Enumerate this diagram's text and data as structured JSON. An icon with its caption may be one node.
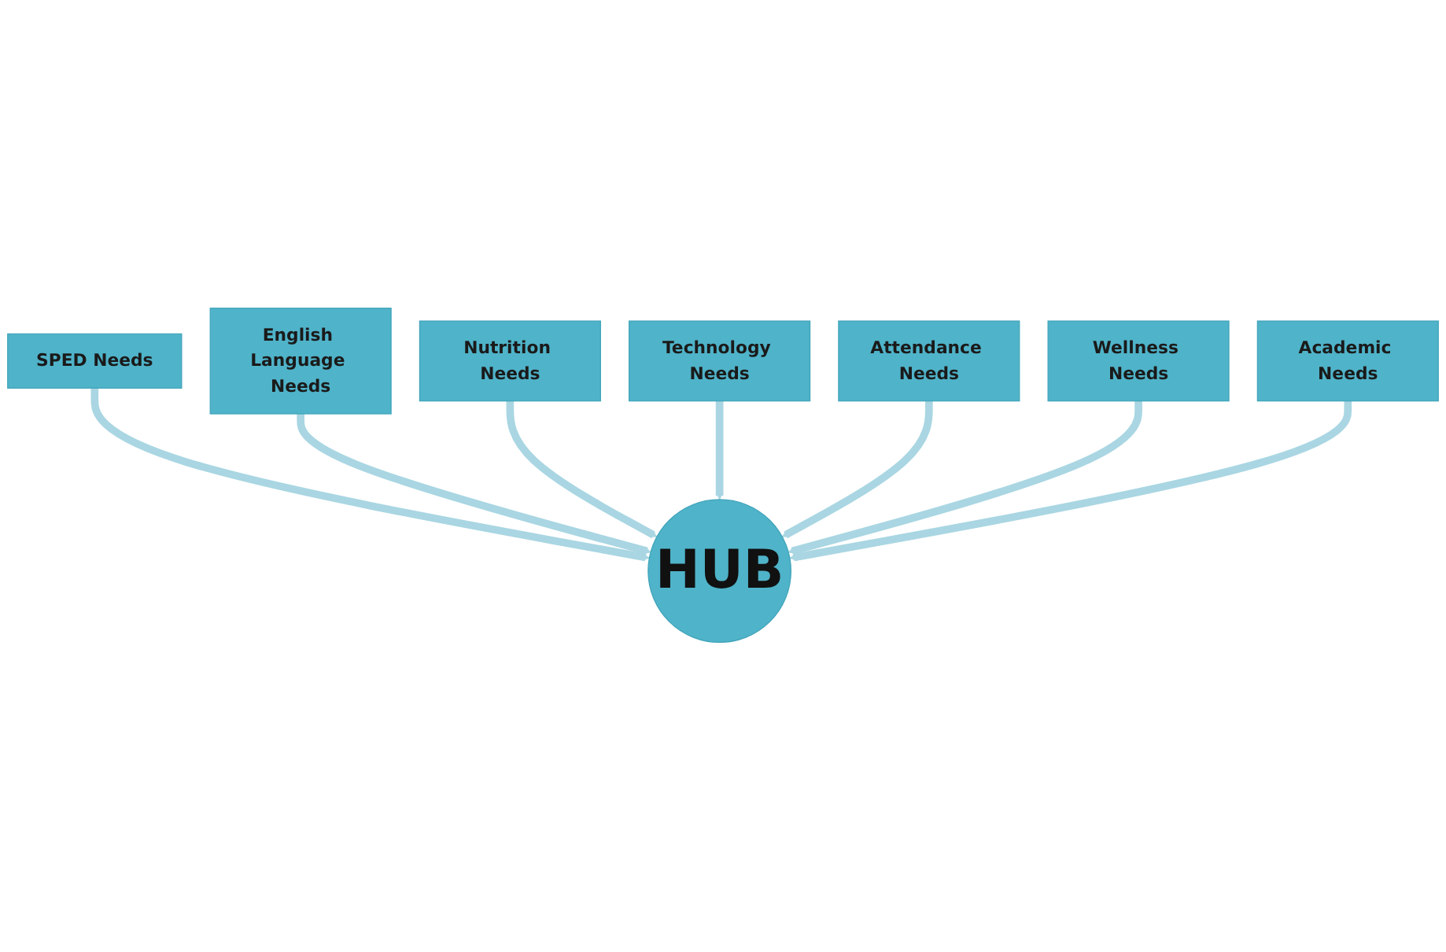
{
  "diagram": {
    "nodes": [
      {
        "text": [
          "SPED Needs"
        ]
      },
      {
        "text": [
          "English Language Needs"
        ]
      },
      {
        "text": [
          "Nutrition Needs"
        ]
      },
      {
        "text": [
          "Technology Needs"
        ]
      },
      {
        "text": [
          "Attendance Needs"
        ]
      },
      {
        "text": [
          "Wellness Needs"
        ]
      },
      {
        "text": [
          "HUB"
        ]
      },
      {
        "text": [
          "Academic Needs"
        ]
      }
    ],
    "edges": [
      {
        "from": 0,
        "to": 6,
        "arrow": "to"
      },
      {
        "from": 1,
        "to": 6,
        "arrow": "to"
      },
      {
        "from": 2,
        "to": 6,
        "arrow": "to"
      },
      {
        "from": 3,
        "to": 6,
        "arrow": "to"
      },
      {
        "from": 4,
        "to": 6,
        "arrow": "to"
      },
      {
        "from": 5,
        "to": 6,
        "arrow": "to"
      },
      {
        "from": 7,
        "to": 6,
        "arrow": "to"
      }
    ]
  }
}
